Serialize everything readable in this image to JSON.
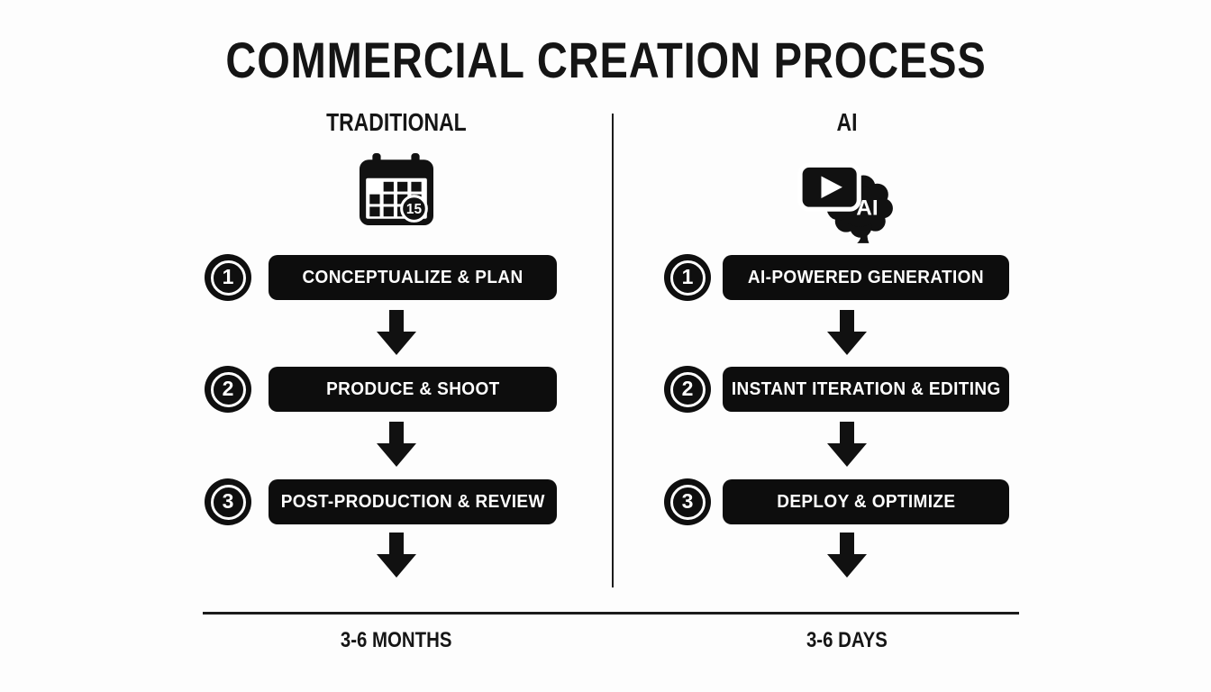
{
  "title": "COMMERCIAL CREATION PROCESS",
  "columns": [
    {
      "header": "TRADITIONAL",
      "duration": "3-6 MONTHS",
      "steps": [
        {
          "number": "1",
          "label": "CONCEPTUALIZE & PLAN"
        },
        {
          "number": "2",
          "label": "PRODUCE & SHOOT"
        },
        {
          "number": "3",
          "label": "POST-PRODUCTION & REVIEW"
        }
      ]
    },
    {
      "header": "AI",
      "duration": "3-6 DAYS",
      "steps": [
        {
          "number": "1",
          "label": "AI-POWERED GENERATION"
        },
        {
          "number": "2",
          "label": "INSTANT ITERATION & EDITING"
        },
        {
          "number": "3",
          "label": "DEPLOY & OPTIMIZE"
        }
      ]
    }
  ],
  "icons": {
    "calendar_day": "15",
    "ai_brain_label": "AI"
  },
  "colors": {
    "background": "#fdfdfd",
    "ink": "#111111",
    "bar_background": "#0d0d0d",
    "bar_text": "#ffffff"
  }
}
